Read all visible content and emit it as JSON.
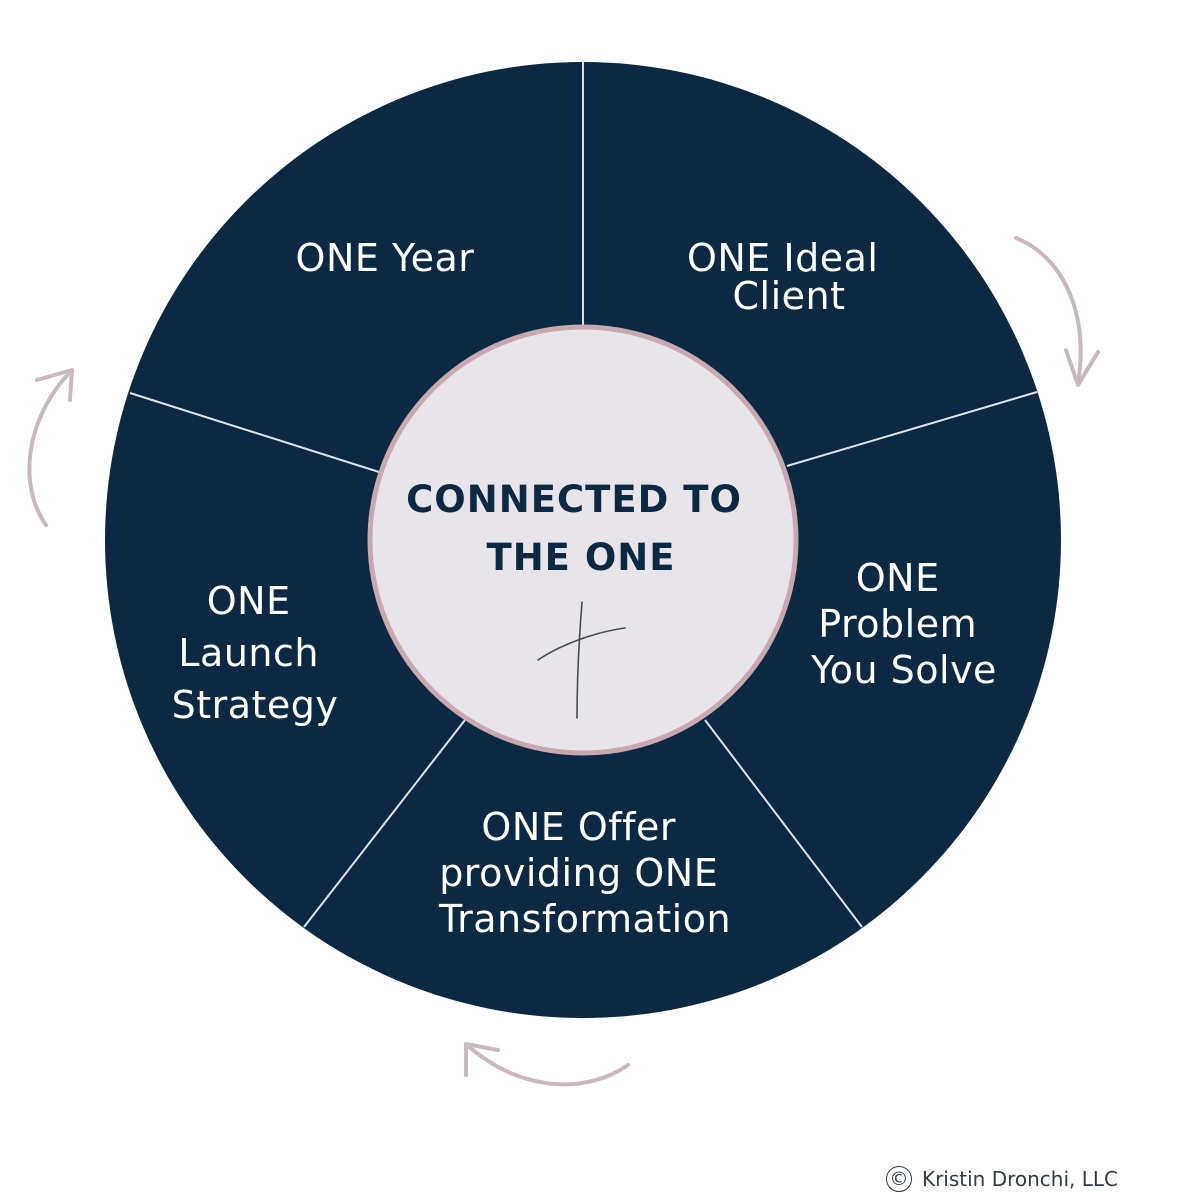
{
  "center": {
    "lines": [
      "CONNECTED TO",
      "THE ONE"
    ],
    "icon": "cross-icon"
  },
  "segments": [
    {
      "id": "year",
      "lines": [
        "ONE Year"
      ]
    },
    {
      "id": "ideal-client",
      "lines": [
        "ONE Ideal",
        "Client"
      ]
    },
    {
      "id": "problem",
      "lines": [
        "ONE",
        "Problem",
        "You Solve"
      ]
    },
    {
      "id": "offer",
      "lines": [
        "ONE Offer",
        "providing ONE",
        "Transformation"
      ]
    },
    {
      "id": "launch",
      "lines": [
        "ONE",
        "Launch",
        "Strategy"
      ]
    }
  ],
  "cycle_arrows": {
    "icon": "curved-arrow-icon",
    "count": 3,
    "direction": "clockwise"
  },
  "footer": {
    "copyright_symbol": "©",
    "copyright_text": "Kristin Dronchi, LLC"
  },
  "colors": {
    "wheel": "#0b2942",
    "divider": "#dfe3e8",
    "center_fill": "#e8e5ea",
    "center_ring": "#c9a9b0",
    "center_text": "#0b2942",
    "segment_text": "#ffffff",
    "arrows": "#c9b8bd",
    "cross": "#4a4a52"
  }
}
